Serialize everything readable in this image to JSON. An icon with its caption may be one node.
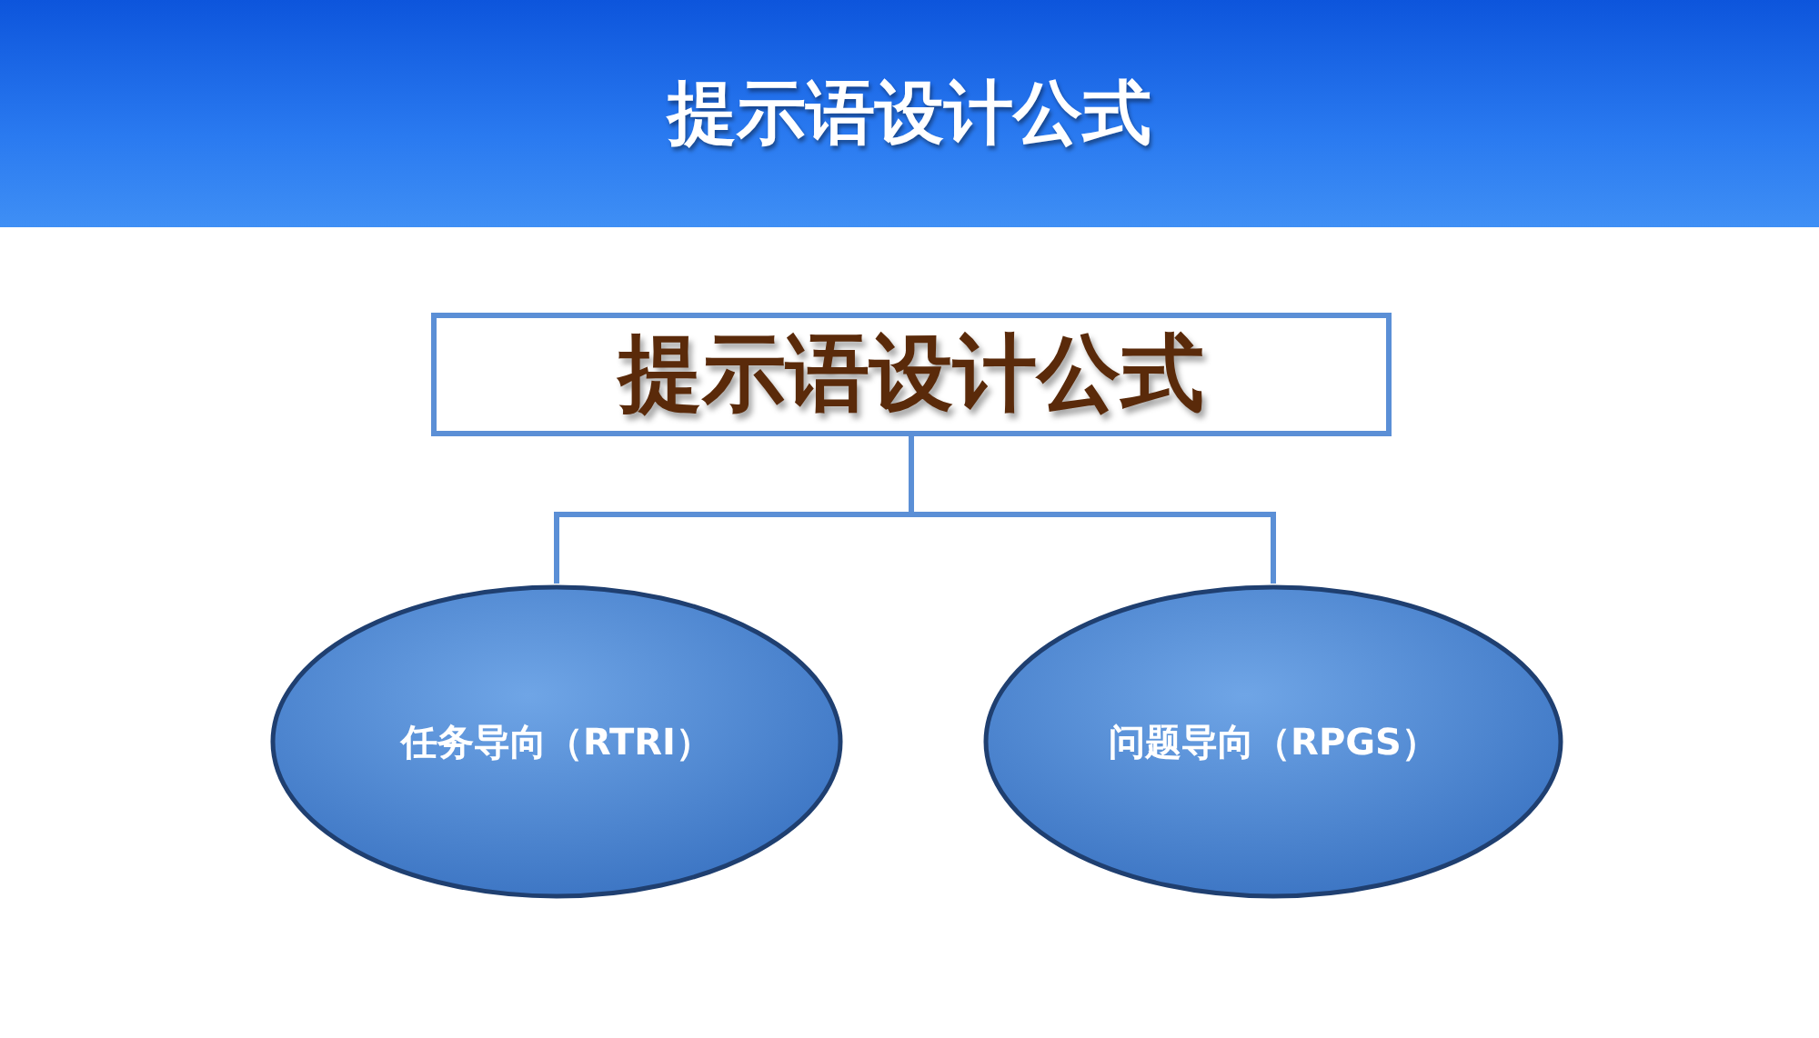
{
  "diagram": {
    "title": "提示语设计公式",
    "nodes": [
      {
        "text": [
          "提示语设计公式"
        ]
      },
      {
        "text": [
          "任务导向（RTRI）"
        ]
      },
      {
        "text": [
          "问题导向（RPGS）"
        ]
      }
    ],
    "edges": [
      {
        "from": 0,
        "to": 1,
        "arrow": "none"
      },
      {
        "from": 0,
        "to": 2,
        "arrow": "none"
      }
    ]
  }
}
